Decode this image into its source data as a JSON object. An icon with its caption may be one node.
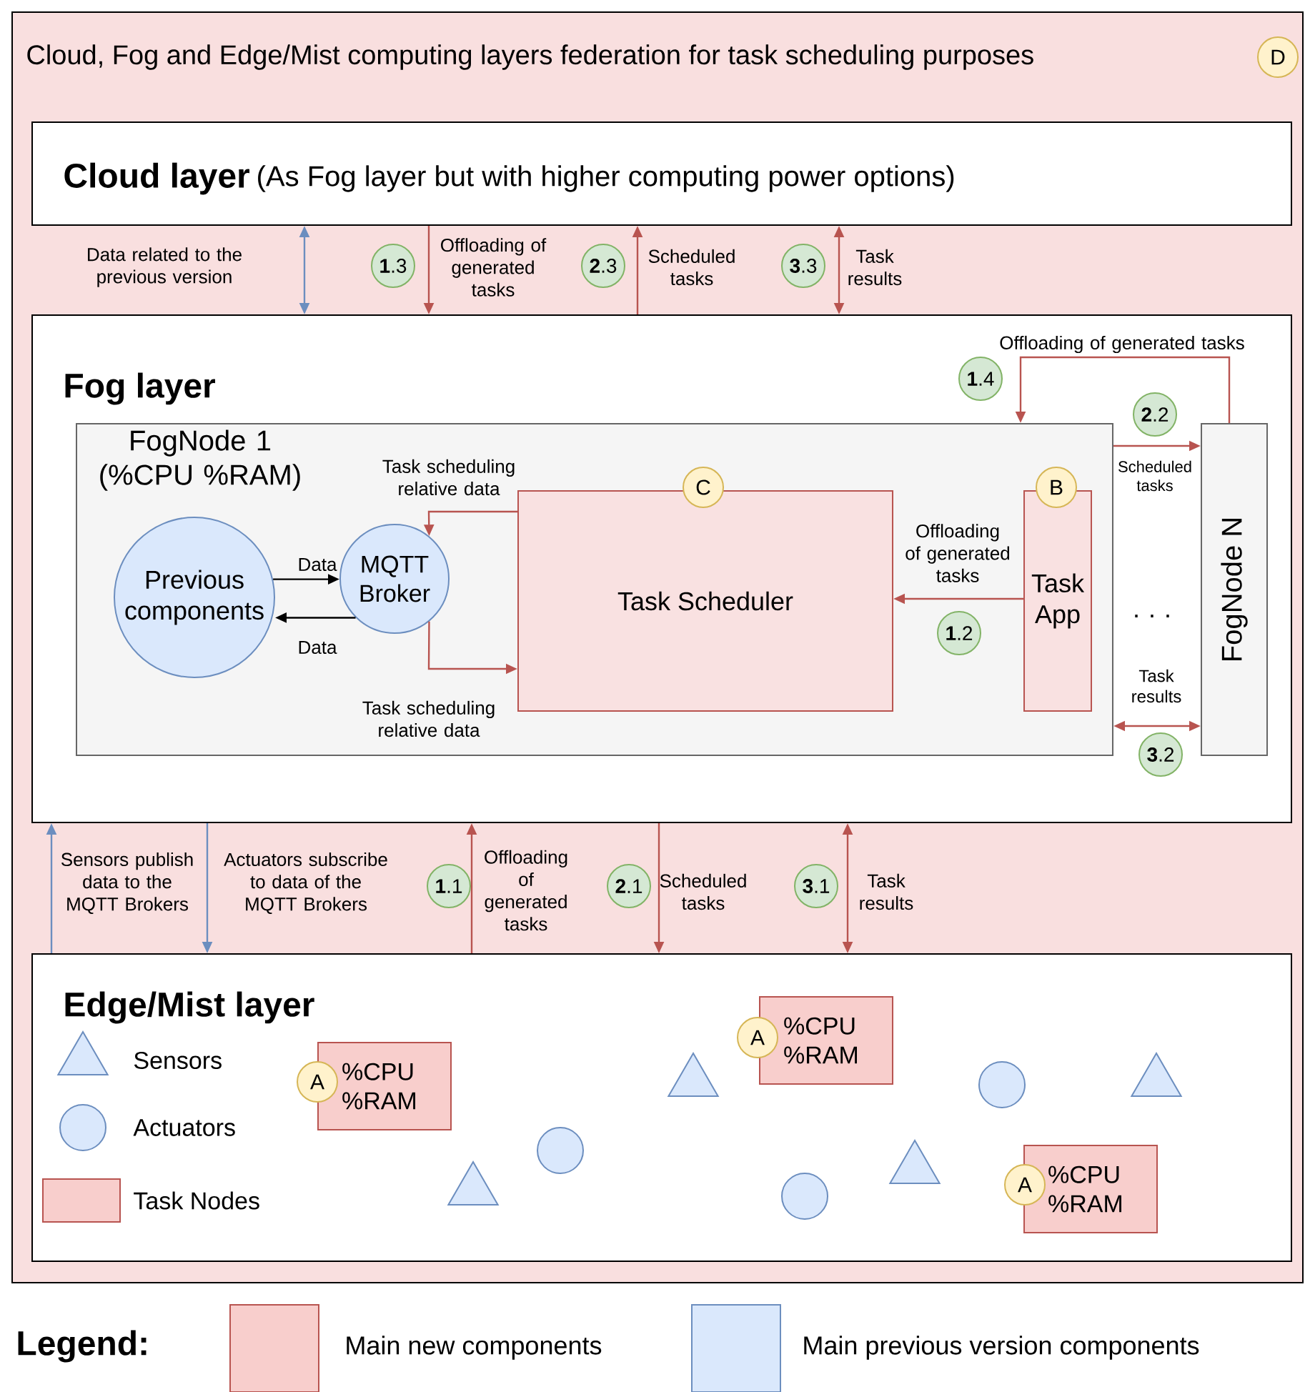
{
  "diagram": {
    "nodes": [
      {
        "text": [
          "Cloud, Fog and Edge/Mist computing layers federation for task scheduling purposes"
        ]
      },
      {
        "text": [
          "D"
        ],
        "in": 0
      },
      {
        "text": [
          "Cloud layer",
          "(As Fog layer but with higher computing power options)"
        ],
        "in": 0
      },
      {
        "text": [
          "Fog layer"
        ],
        "in": 0
      },
      {
        "text": [
          "FogNode 1 (%CPU %RAM)"
        ],
        "in": 3
      },
      {
        "text": [
          "Previous components"
        ],
        "in": 4
      },
      {
        "text": [
          "MQTT Broker"
        ],
        "in": 4
      },
      {
        "text": [
          "Task Scheduler"
        ],
        "in": 4
      },
      {
        "text": [
          "C"
        ],
        "in": 4
      },
      {
        "text": [
          "Task App"
        ],
        "in": 4
      },
      {
        "text": [
          "B"
        ],
        "in": 4
      },
      {
        "text": [
          "FogNode N"
        ],
        "in": 3
      },
      {
        "text": [
          "Edge/Mist layer"
        ],
        "in": 0
      },
      {
        "text": [
          "%CPU %RAM"
        ],
        "in": 12
      },
      {
        "text": [
          "A"
        ],
        "in": 12
      },
      {
        "text": [
          "%CPU %RAM"
        ],
        "in": 12
      },
      {
        "text": [
          "A"
        ],
        "in": 12
      },
      {
        "text": [
          "%CPU %RAM"
        ],
        "in": 12
      },
      {
        "text": [
          "A"
        ],
        "in": 12
      },
      {
        "text": [],
        "shape": "triangle",
        "in": 12
      },
      {
        "text": [],
        "shape": "circle",
        "in": 12
      },
      {
        "text": [],
        "shape": "triangle",
        "in": 12
      },
      {
        "text": [],
        "shape": "circle",
        "in": 12
      },
      {
        "text": [],
        "shape": "triangle",
        "in": 12
      },
      {
        "text": [],
        "shape": "circle",
        "in": 12
      },
      {
        "text": [],
        "shape": "triangle",
        "in": 12
      },
      {
        "text": [
          "**1**.3"
        ],
        "in": 0
      },
      {
        "text": [
          "**2**.3"
        ],
        "in": 0
      },
      {
        "text": [
          "**3**.3"
        ],
        "in": 0
      },
      {
        "text": [
          "**1**.4"
        ],
        "in": 3
      },
      {
        "text": [
          "**2**.2"
        ],
        "in": 3
      },
      {
        "text": [
          "**1**.2"
        ],
        "in": 4
      },
      {
        "text": [
          "**3**.2"
        ],
        "in": 3
      },
      {
        "text": [
          "**1**.1"
        ],
        "in": 0
      },
      {
        "text": [
          "**2**.1"
        ],
        "in": 0
      },
      {
        "text": [
          "**3**.1"
        ],
        "in": 0
      }
    ],
    "edges": [
      {
        "from": 2,
        "to": 3,
        "arrow": "both",
        "label": "Data related to the previous version",
        "color": "#6c8ebf"
      },
      {
        "from": 2,
        "to": 3,
        "arrow": "to",
        "label": "Offloading of generated tasks"
      },
      {
        "from": 3,
        "to": 2,
        "arrow": "to",
        "label": "Scheduled tasks"
      },
      {
        "from": 2,
        "to": 3,
        "arrow": "both",
        "label": "Task results"
      },
      {
        "from": 5,
        "to": 6,
        "arrow": "to",
        "label": "Data",
        "color": "#000000"
      },
      {
        "from": 6,
        "to": 5,
        "arrow": "to",
        "label": "Data",
        "color": "#000000"
      },
      {
        "from": 7,
        "to": 6,
        "arrow": "to",
        "label": "Task scheduling relative data"
      },
      {
        "from": 6,
        "to": 7,
        "arrow": "to",
        "label": "Task scheduling relative data"
      },
      {
        "from": 9,
        "to": 7,
        "arrow": "to",
        "label": "Offloading of generated tasks"
      },
      {
        "from": 4,
        "to": 11,
        "arrow": "to",
        "label": "Scheduled tasks"
      },
      {
        "from": 11,
        "to": 4,
        "arrow": "both",
        "label": "Task results"
      },
      {
        "from": 11,
        "to": 4,
        "arrow": "to",
        "label": "Offloading of generated tasks"
      },
      {
        "from": 12,
        "to": 3,
        "arrow": "to",
        "label": "Sensors publish data to the MQTT Brokers",
        "color": "#6c8ebf"
      },
      {
        "from": 3,
        "to": 12,
        "arrow": "to",
        "label": "Actuators subscribe to data of the MQTT Brokers",
        "color": "#6c8ebf"
      },
      {
        "from": 12,
        "to": 3,
        "arrow": "to",
        "label": "Offloading of generated tasks"
      },
      {
        "from": 3,
        "to": 12,
        "arrow": "to",
        "label": "Scheduled tasks"
      },
      {
        "from": 3,
        "to": 12,
        "arrow": "both",
        "label": "Task results"
      }
    ],
    "labels": [
      "· · ·",
      "Legend:"
    ],
    "legend": [
      {
        "text": "Sensors"
      },
      {
        "text": "Actuators"
      },
      {
        "text": "Task Nodes",
        "color": "#f8cecc"
      },
      {
        "text": "Main new  components",
        "color": "#f8cecc"
      },
      {
        "text": "Main previous version components",
        "color": "#dae8fc"
      }
    ]
  }
}
